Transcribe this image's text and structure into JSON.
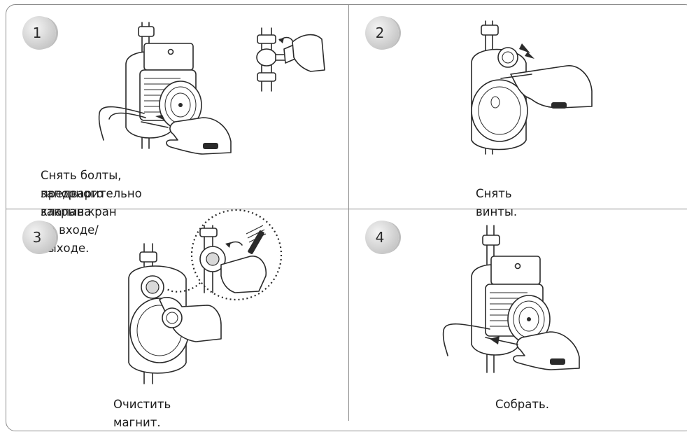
{
  "steps": [
    {
      "number": "1",
      "caption_line1": "Снять болты, предварительно закрыв кран",
      "caption_line2": "запорного клапана на входе/выходе."
    },
    {
      "number": "2",
      "caption": "Снять винты."
    },
    {
      "number": "3",
      "caption": "Очистить магнит."
    },
    {
      "number": "4",
      "caption": "Собрать."
    }
  ]
}
